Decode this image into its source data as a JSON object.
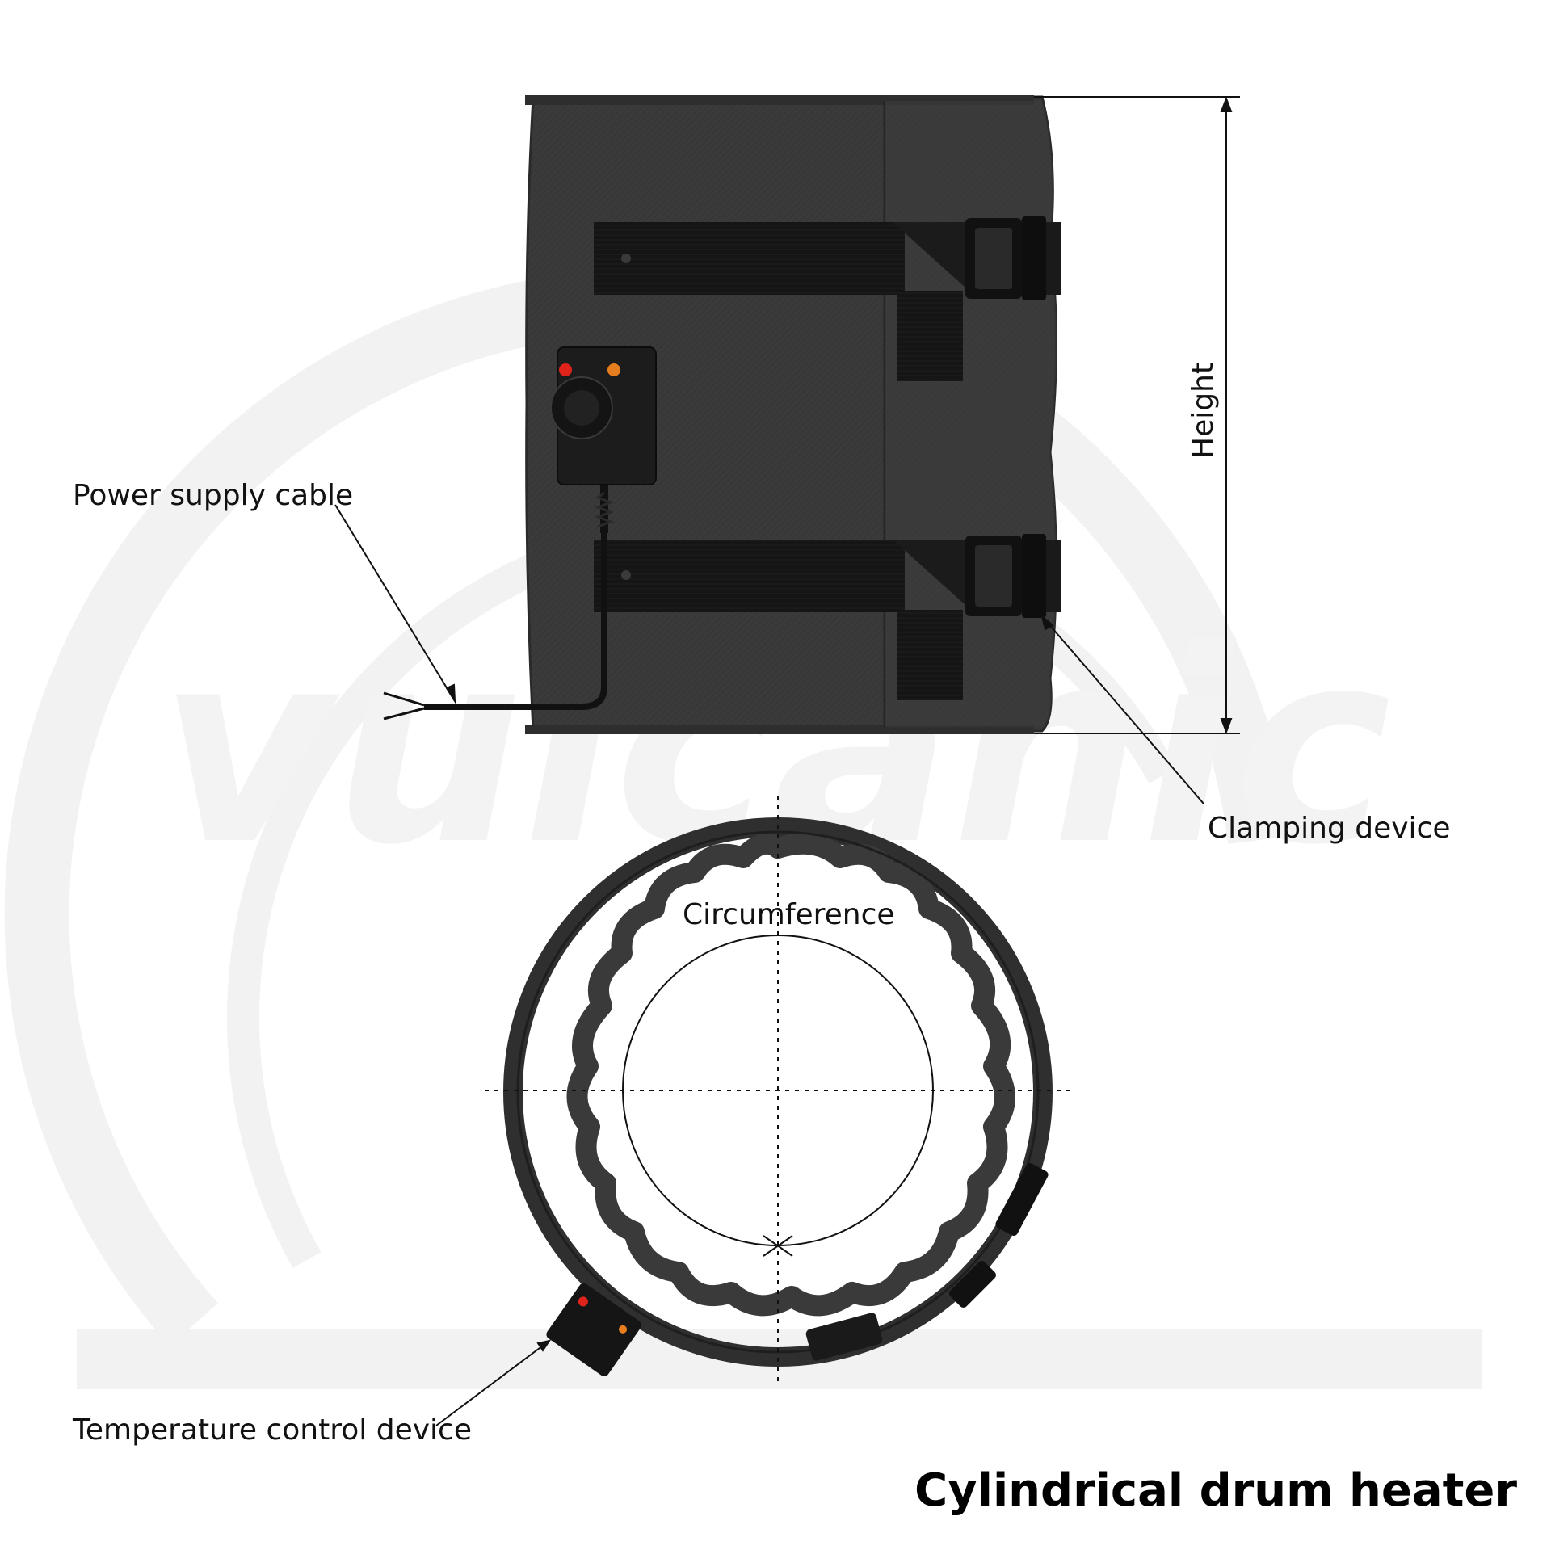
{
  "title": "Cylindrical drum heater",
  "labels": {
    "power_supply_cable": "Power supply cable",
    "height": "Height",
    "clamping_device": "Clamping device",
    "circumference": "Circumference",
    "temperature_control_device": "Temperature control device"
  },
  "watermark": "vulcanic",
  "colors": {
    "jacket": "#3a3a3a",
    "jacket_dark": "#2b2b2b",
    "strap": "#141414",
    "buckle": "#111111",
    "controller": "#1c1c1c",
    "led_red": "#e0241b",
    "led_orange": "#e67e1f",
    "watermark": "#f3f3f3",
    "line": "#111111"
  }
}
